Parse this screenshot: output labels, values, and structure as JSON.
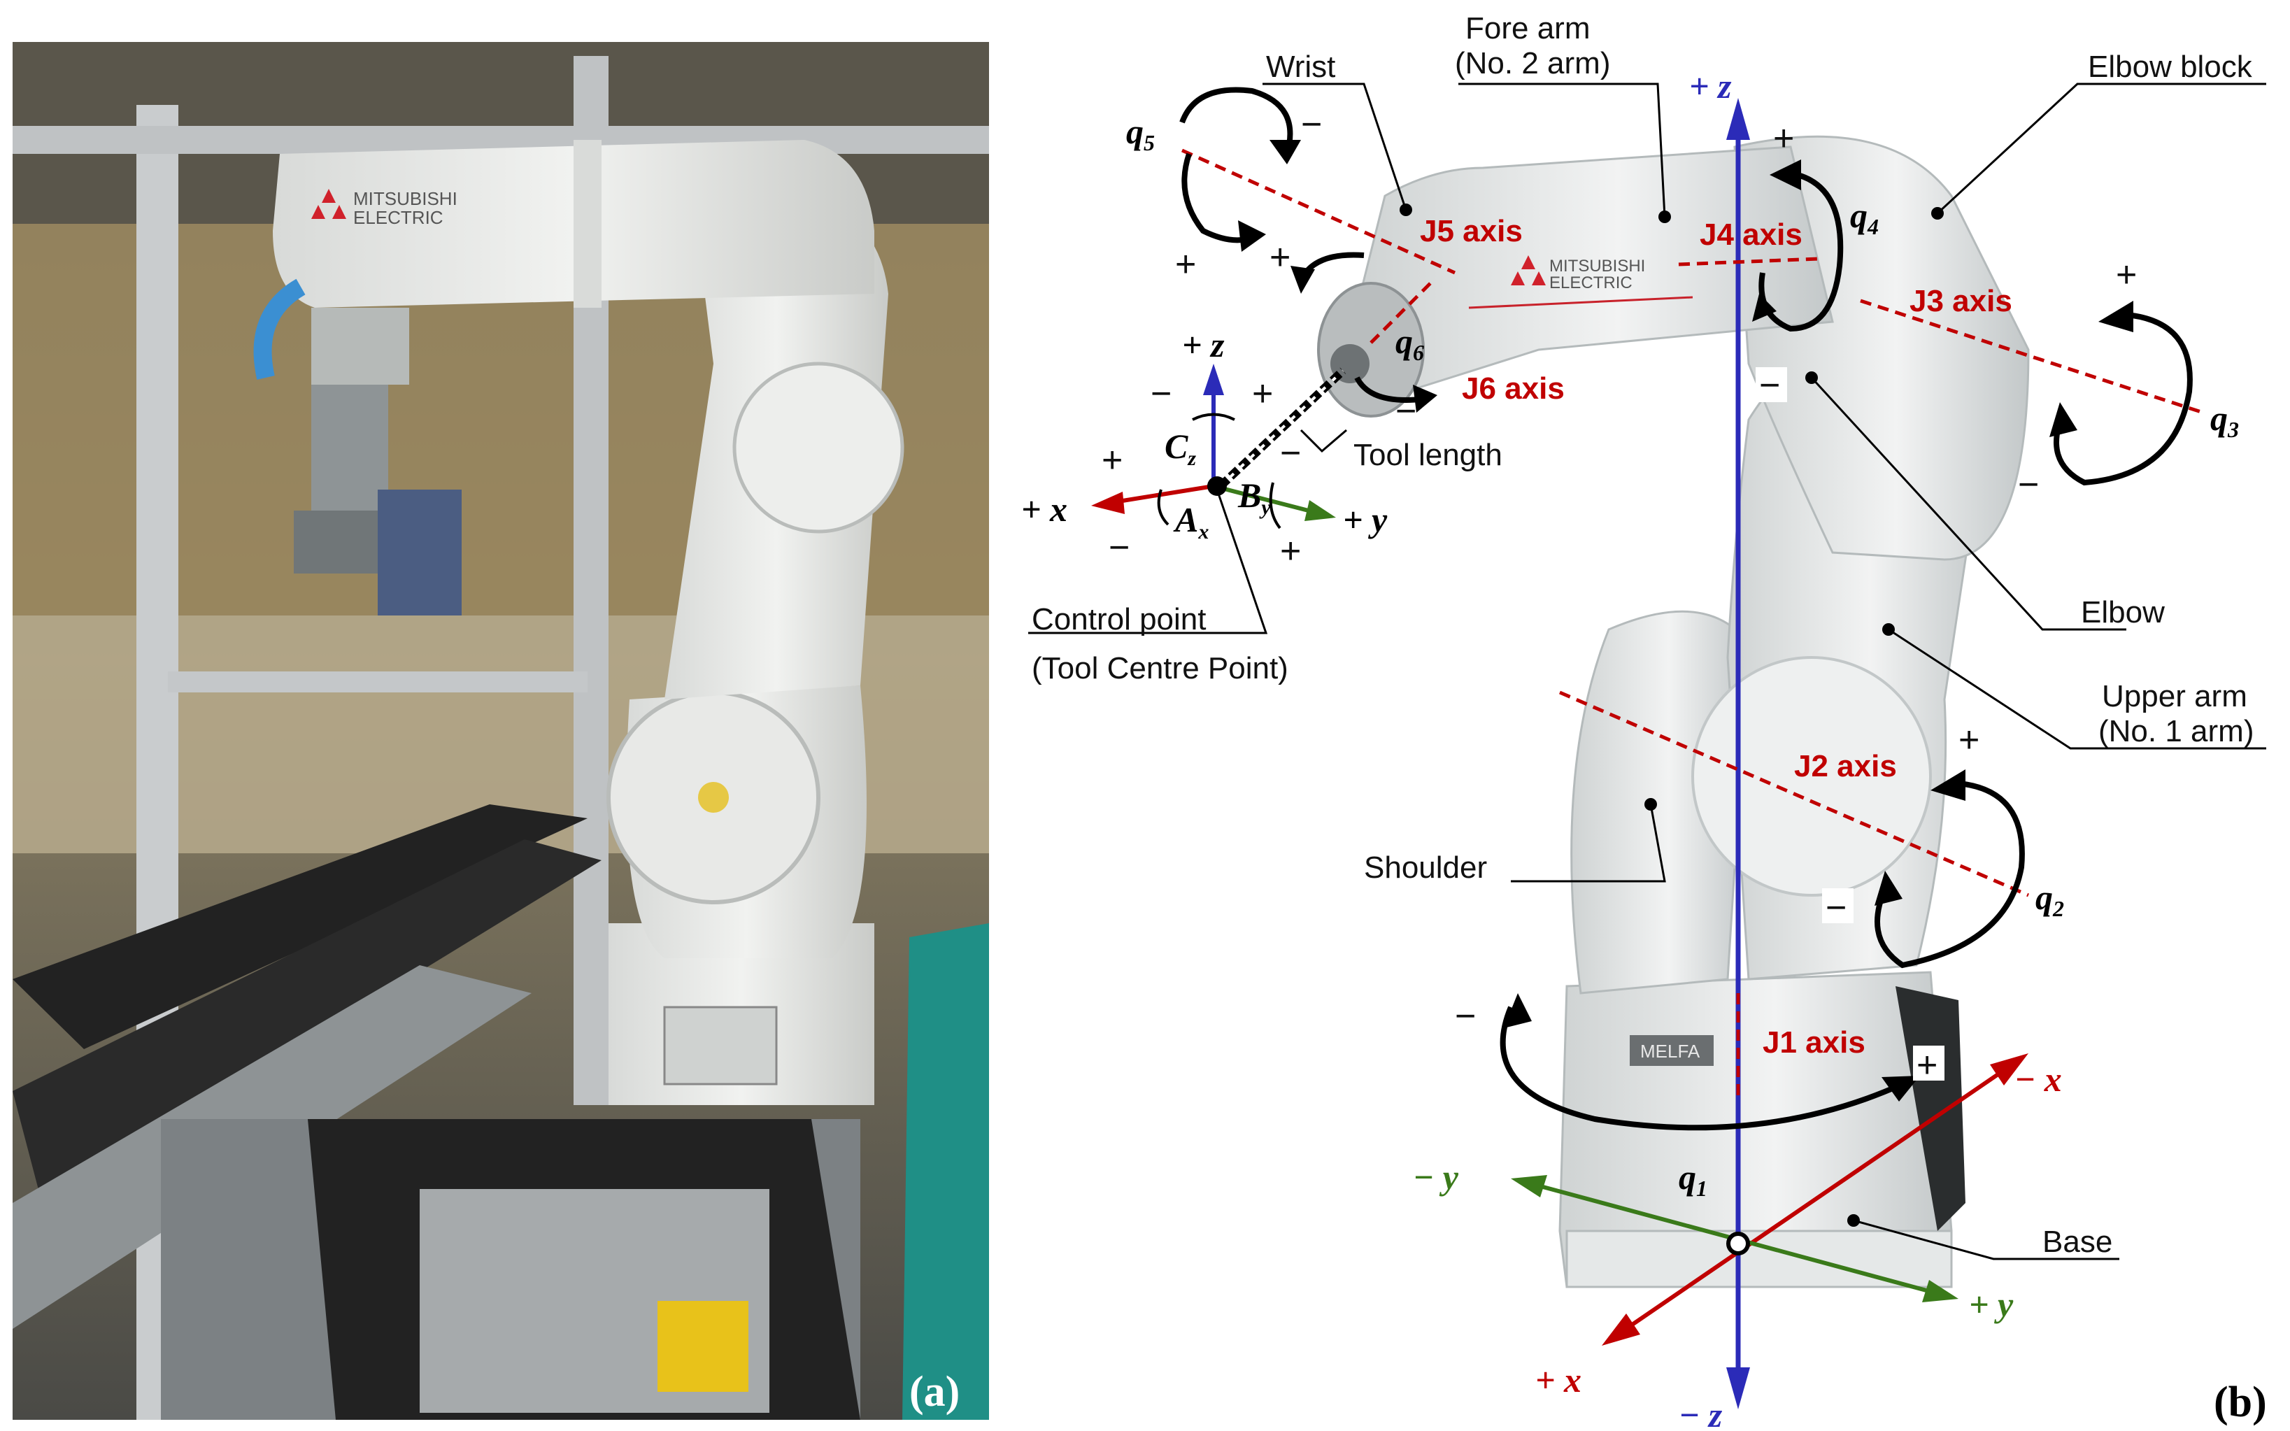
{
  "panels": {
    "a": "(a)",
    "b": "(b)"
  },
  "photo_a": {
    "brand": "MITSUBISHI",
    "brand2": "ELECTRIC"
  },
  "robot_b": {
    "brand": "MITSUBISHI",
    "brand2": "ELECTRIC",
    "model": "MELFA"
  },
  "labels": {
    "fore_arm": "Fore arm",
    "fore_arm_sub": "(No. 2 arm)",
    "wrist": "Wrist",
    "elbow_block": "Elbow block",
    "elbow": "Elbow",
    "upper_arm": "Upper arm",
    "upper_arm_sub": "(No. 1 arm)",
    "shoulder": "Shoulder",
    "base": "Base",
    "tool_length": "Tool length",
    "control_point": "Control point",
    "control_point_sub": "(Tool Centre Point)"
  },
  "axes_joint": {
    "j1": "J1 axis",
    "j2": "J2 axis",
    "j3": "J3 axis",
    "j4": "J4 axis",
    "j5": "J5  axis",
    "j6": "J6  axis"
  },
  "joint_vars": {
    "q1": "q",
    "q2": "q",
    "q3": "q",
    "q4": "q",
    "q5": "q",
    "q6": "q",
    "s1": "1",
    "s2": "2",
    "s3": "3",
    "s4": "4",
    "s5": "5",
    "s6": "6"
  },
  "world": {
    "pz": "+ z",
    "nz": "− z",
    "px": "+ x",
    "nx": "− x",
    "py": "+ y",
    "ny": "− y"
  },
  "tool": {
    "pz": "+ z",
    "px": "+ x",
    "py": "+ y",
    "cz": "C",
    "cz_sub": "z",
    "ax": "A",
    "ax_sub": "x",
    "by": "B",
    "by_sub": "y"
  },
  "signs": {
    "plus": "+",
    "minus": "−"
  },
  "colors": {
    "red": "#c00000",
    "blue": "#2b2bb8",
    "green": "#3a7a1a",
    "axisred": "#c00000"
  }
}
